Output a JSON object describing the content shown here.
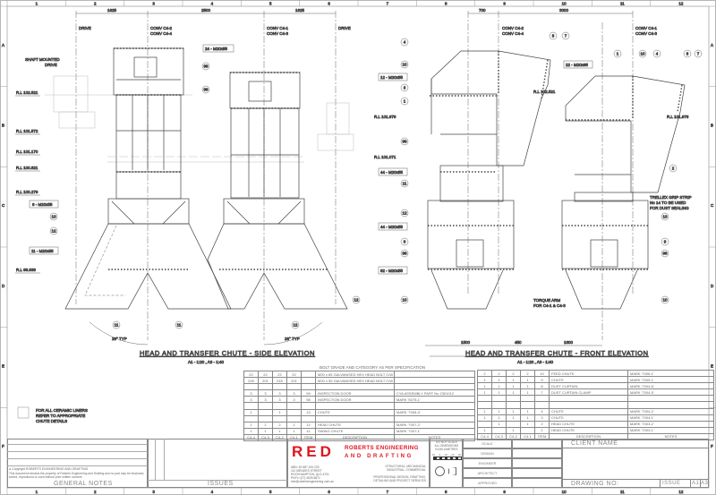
{
  "frame": {
    "columns": [
      "1",
      "2",
      "3",
      "4",
      "5",
      "6",
      "7",
      "8",
      "9",
      "10",
      "11",
      "12"
    ],
    "rows": [
      "A",
      "B",
      "C",
      "D",
      "E",
      "F"
    ]
  },
  "side": {
    "title": "HEAD AND TRANSFER CHUTE - SIDE ELEVATION",
    "scale": "A1 - 1:20 , A3 - 1:40",
    "dims": [
      "1625",
      "2500",
      "1625"
    ],
    "drive_left": "DRIVE",
    "drive_right": "DRIVE",
    "conv_a": [
      "CONV C4-2",
      "CONV C4-4"
    ],
    "conv_b": [
      "CONV C4-1",
      "CONV C4-3"
    ],
    "shaft_drive": [
      "SHAFT MOUNTED",
      "DRIVE"
    ],
    "levels": [
      "R.L 102.521",
      "R.L 101.572",
      "R.L 101.170",
      "R.L 100.821",
      "R.L 100.279",
      "R.L 98.638"
    ],
    "bolt_tags": [
      "24 - M20x55",
      "6 - M20x55",
      "11 - M20x55"
    ],
    "angle": "26° TYP",
    "bubbles": [
      "98",
      "98",
      "13",
      "12",
      "11",
      "11",
      "12",
      "12"
    ]
  },
  "front": {
    "title": "HEAD AND TRANSFER CHUTE - FRONT ELEVATION",
    "scale": "A1 - 1:20 , A3 - 1:40",
    "top_dims": [
      "700",
      "3000"
    ],
    "bottom_dims": [
      "1500",
      "450",
      "1600"
    ],
    "conv_a": [
      "CONV C4-2",
      "CONV C4-4"
    ],
    "conv_b": [
      "CONV C4-1",
      "CONV C4-3"
    ],
    "levels": [
      "R.L 102.521",
      "R.L 101.976",
      "R.L 101.976",
      "R.L 101.071"
    ],
    "bolt_tags": [
      "12 - M20x55",
      "22 - M20x65",
      "44 - M20x55",
      "44 - M20x55",
      "82 - M20x55"
    ],
    "trellex": [
      "TRELLEX GRIP STRIP",
      "No 14 TO BE USED",
      "FOR DUST SEALING"
    ],
    "torque_arm": [
      "TORQUE ARM",
      "FOR C4-1 & C4-3"
    ],
    "bubbles": [
      "4",
      "8",
      "7",
      "1",
      "10",
      "4",
      "8",
      "7",
      "10",
      "3",
      "1",
      "99",
      "11",
      "12",
      "9",
      "98",
      "10",
      "2",
      "13",
      "9",
      "98",
      "10"
    ]
  },
  "ceramic_note": [
    "FOR ALL CERAMIC LINERS",
    "REFER TO APPROPRIATE",
    "CHUTE DETAILS"
  ],
  "bom_left": {
    "heading": "BOLT GRADE AND CATEGORY AS PER SPECIFICATION",
    "rows": [
      [
        "22",
        "22",
        "22",
        "22",
        "",
        "M20 x 65 GALVANISED HEX HEAD BOLT C/W WASHER AND NUT",
        ""
      ],
      [
        "245",
        "201",
        "245",
        "201",
        "",
        "M20 x 55 GALVANISED HEX HEAD BOLT C/W WASHER AND NUT",
        ""
      ],
      [
        "",
        "",
        "",
        "",
        "",
        "",
        ""
      ],
      [
        "3",
        "3",
        "3",
        "3",
        "99",
        "INSPECTION DOOR",
        "CYA ASSEMBLY PART No 2301012"
      ],
      [
        "3",
        "3",
        "3",
        "3",
        "98",
        "INSPECTION DOOR",
        "MARK '5075-1'"
      ],
      [
        "",
        "",
        "",
        "",
        "",
        "",
        ""
      ],
      [
        "1",
        "",
        "1",
        "",
        "13",
        "CHUTE",
        "MARK '7008-3'"
      ],
      [
        "",
        "",
        "",
        "",
        "",
        "",
        ""
      ],
      [
        "2",
        "2",
        "2",
        "2",
        "12",
        "HEAD CHUTE",
        "MARK '7007-2'"
      ],
      [
        "1",
        "1",
        "1",
        "1",
        "11",
        "SWING CHUTE",
        "MARK '7007-1'"
      ],
      [
        "C4-4",
        "C4-3",
        "C4-2",
        "C4-1",
        "ITEM",
        "DESCRIPTION",
        "NOTES"
      ]
    ]
  },
  "bom_right": {
    "rows": [
      [
        "2",
        "2",
        "2",
        "2",
        "10",
        "FEED CHUTE",
        "MARK '7006-1'"
      ],
      [
        "1",
        "1",
        "1",
        "1",
        "9",
        "CHUTE",
        "MARK '7005-1'"
      ],
      [
        "1",
        "1",
        "1",
        "1",
        "8",
        "DUST CURTAIN",
        "MARK '7004-6'"
      ],
      [
        "1",
        "1",
        "1",
        "1",
        "7",
        "DUST CURTAIN CLAMP",
        "MARK '7004-5'"
      ],
      [
        "",
        "",
        "",
        "",
        "",
        "",
        ""
      ],
      [
        "",
        "",
        "",
        "",
        "",
        "",
        ""
      ],
      [
        "1",
        "1",
        "1",
        "1",
        "4",
        "CHUTE",
        "MARK '7004-2'"
      ],
      [
        "1",
        "1",
        "1",
        "1",
        "3",
        "CHUTE",
        "MARK '7004-1'"
      ],
      [
        "",
        "1",
        "",
        "1",
        "2",
        "HEAD CHUTE",
        "MARK '7003-2'"
      ],
      [
        "1",
        "",
        "1",
        "",
        "1",
        "HEAD CHUTE",
        "MARK '7003-1'"
      ],
      [
        "C4-4",
        "C4-3",
        "C4-2",
        "C4-1",
        "ITEM",
        "DESCRIPTION",
        "NOTES"
      ]
    ]
  },
  "title_block": {
    "copyright": "Copyright ROBERTS ENGINEERING AND DRAFTING",
    "copyright_body": "This document remains the property of Roberts Engineering and Drafting and no part may be disclosed, stored, reproduced or used without prior written consent",
    "general_notes": "GENERAL NOTES",
    "issues": "ISSUES",
    "logo": "RED",
    "company_line1": "ROBERTS ENGINEERING",
    "company_line2": "AND DRAFTING",
    "address": [
      "ABN: 62 687 494 230",
      "112 MENZIES STREET",
      "ROCKHAMPTON, QLD 4701",
      "Ph/Fx: (07) 4926 5871",
      "info@robertsengineering.com.au"
    ],
    "services1": [
      "STRUCTURAL, MECHANICAL",
      "INDUSTRIAL, COMMERCIAL"
    ],
    "services2": [
      "PROFESSIONAL DESIGN, DRAFTING,",
      "DETAILING AND PROJECT SERVICES"
    ],
    "do_not_scale": [
      "DO NOT SCALE",
      "ALL DIMENSIONS",
      "IN MILLIMETRES"
    ],
    "scale_ticks": [
      "10",
      "0",
      "10",
      "20",
      "30"
    ],
    "fields": [
      "SCALE",
      "DRAWN",
      "ENGINEER",
      "ARCHITECT",
      "APPROVED"
    ],
    "client_name": "CLIENT NAME",
    "drawing_no": "DRAWING NO:",
    "issue": "ISSUE",
    "sizes": [
      "A1",
      "A3"
    ]
  }
}
